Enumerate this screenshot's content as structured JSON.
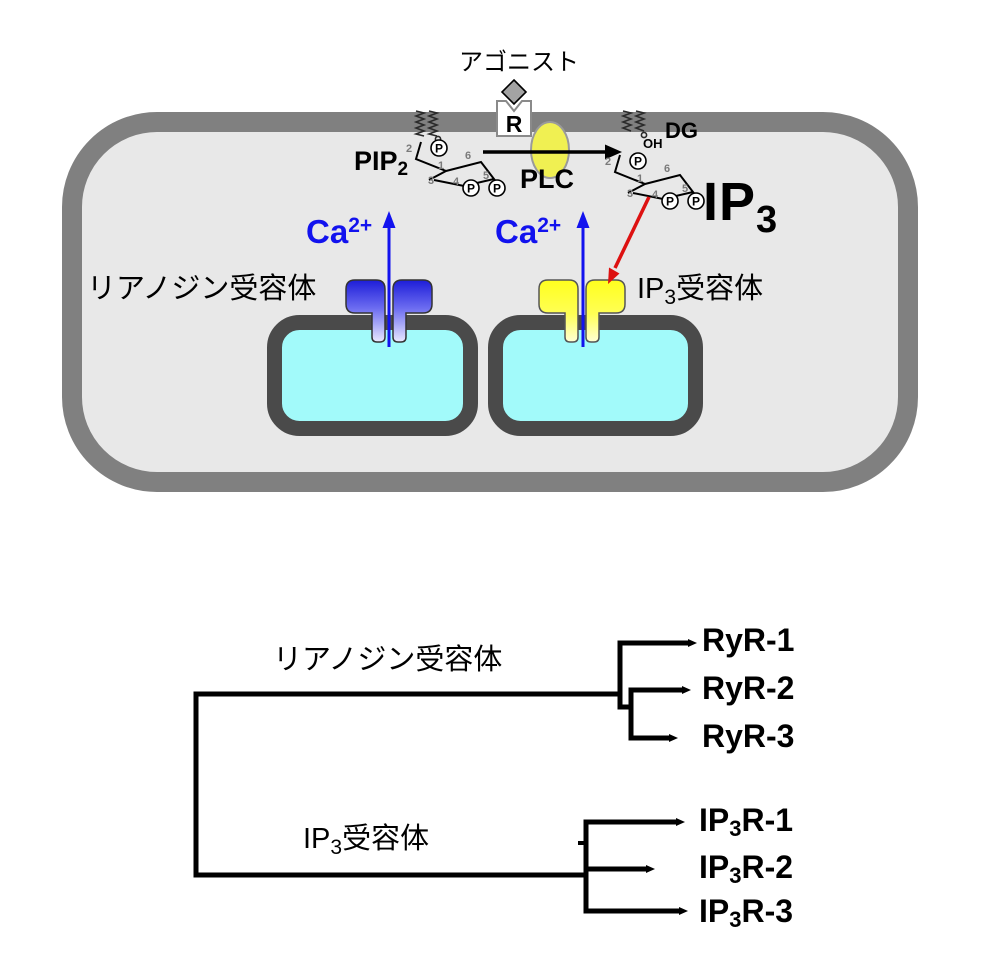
{
  "cell_diagram": {
    "agonist": "アゴニスト",
    "receptor_r": "R",
    "plc": "PLC",
    "pip2": {
      "base": "PIP",
      "sub": "2"
    },
    "dg": "DG",
    "oh": "OH",
    "ip3_product": {
      "base": "IP",
      "sub": "3"
    },
    "calcium": {
      "base": "Ca",
      "sup": "2+"
    },
    "ryanodine_receptor_label": "リアノジン受容体",
    "ip3_receptor_label": {
      "base": "IP",
      "sub": "3",
      "rest": "受容体"
    },
    "ring_positions": {
      "p1": "1",
      "p2": "2",
      "p3": "3",
      "p4": "4",
      "p5": "5",
      "p6": "6"
    },
    "phosphate": "P"
  },
  "phylogeny": {
    "group1_label": "リアノジン受容体",
    "group2_label": {
      "base": "IP",
      "sub": "3",
      "rest": "受容体"
    },
    "ryr_leaves": [
      "RyR-1",
      "RyR-2",
      "RyR-3"
    ],
    "ip3r_leaves": [
      {
        "base": "IP",
        "sub": "3",
        "rest": "R-1"
      },
      {
        "base": "IP",
        "sub": "3",
        "rest": "R-2"
      },
      {
        "base": "IP",
        "sub": "3",
        "rest": "R-3"
      }
    ]
  },
  "colors": {
    "membrane_gray": "#808080",
    "cytosol_gray": "#e8e8e8",
    "er_border": "#4a4a4a",
    "er_lumen_cyan": "#a2fafa",
    "calcium_blue": "#1212ee",
    "red_arrow": "#dd1111",
    "plc_yellow": "#f0f052",
    "ryr_channel_blue": "#2020dd",
    "ip3r_channel_yellow": "#ffff33"
  }
}
